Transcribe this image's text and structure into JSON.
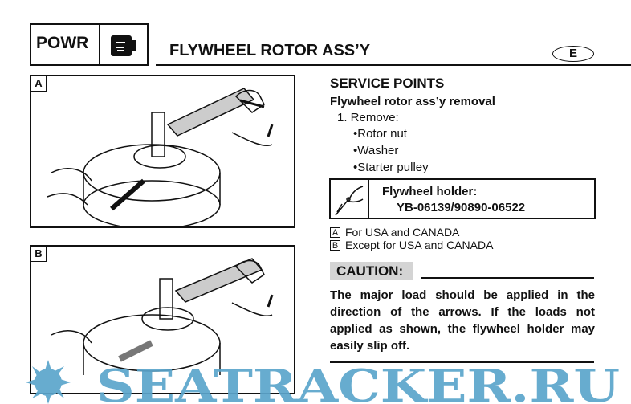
{
  "header": {
    "section_code": "POWR",
    "title": "FLYWHEEL ROTOR ASS’Y",
    "language_badge": "E"
  },
  "figures": [
    {
      "label": "A"
    },
    {
      "label": "B"
    }
  ],
  "content": {
    "heading": "SERVICE POINTS",
    "subheading": "Flywheel rotor ass’y removal",
    "step": "1. Remove:",
    "bullets": [
      "•Rotor nut",
      "•Washer",
      "•Starter pulley"
    ],
    "tool": {
      "name": "Flywheel holder:",
      "part_number": "YB-06139/90890-06522"
    },
    "notes": [
      {
        "key": "A",
        "text": "For USA and CANADA"
      },
      {
        "key": "B",
        "text": "Except for USA and CANADA"
      }
    ],
    "caution_label": "CAUTION:",
    "caution_text": "The major load should be applied in the direction of the arrows. If the loads not applied as shown, the flywheel holder may easily slip off."
  },
  "watermark": "SEATRACKER.RU",
  "colors": {
    "watermark": "#5ba5cc",
    "caution_bg": "#d4d4d4"
  }
}
